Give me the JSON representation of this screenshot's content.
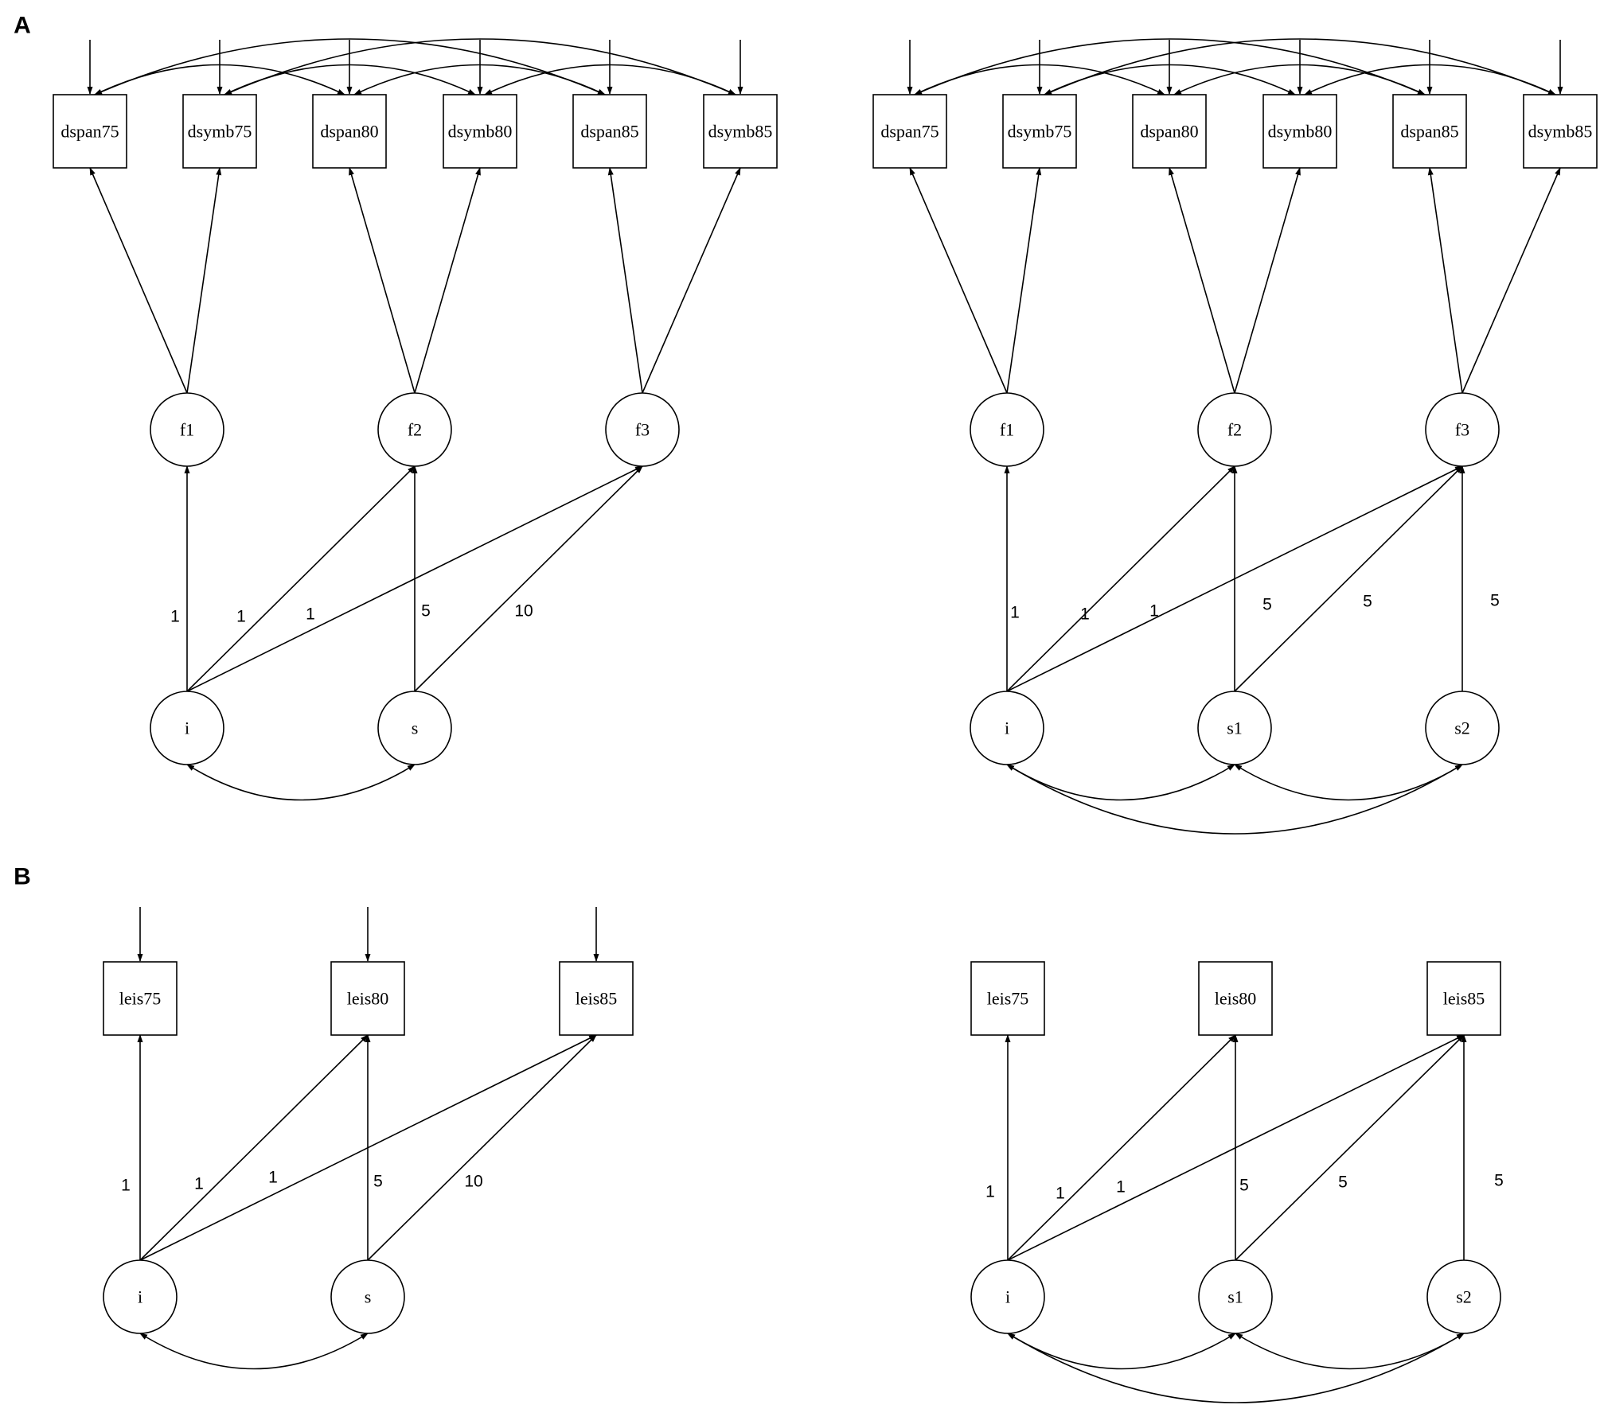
{
  "panels": [
    {
      "id": "A1",
      "label": "A",
      "observed": [
        {
          "id": "o1",
          "text": "dspan75"
        },
        {
          "id": "o2",
          "text": "dsymb75"
        },
        {
          "id": "o3",
          "text": "dspan80"
        },
        {
          "id": "o4",
          "text": "dsymb80"
        },
        {
          "id": "o5",
          "text": "dspan85"
        },
        {
          "id": "o6",
          "text": "dsymb85"
        }
      ],
      "factors": [
        {
          "id": "f1",
          "text": "f1"
        },
        {
          "id": "f2",
          "text": "f2"
        },
        {
          "id": "f3",
          "text": "f3"
        }
      ],
      "growth": [
        {
          "id": "g1",
          "text": "i"
        },
        {
          "id": "g2",
          "text": "s"
        }
      ],
      "coefficients": [
        "1",
        "1",
        "1",
        "5",
        "10"
      ]
    },
    {
      "id": "A2",
      "label": "",
      "observed": [
        {
          "id": "o1",
          "text": "dspan75"
        },
        {
          "id": "o2",
          "text": "dsymb75"
        },
        {
          "id": "o3",
          "text": "dspan80"
        },
        {
          "id": "o4",
          "text": "dsymb80"
        },
        {
          "id": "o5",
          "text": "dspan85"
        },
        {
          "id": "o6",
          "text": "dsymb85"
        }
      ],
      "factors": [
        {
          "id": "f1",
          "text": "f1"
        },
        {
          "id": "f2",
          "text": "f2"
        },
        {
          "id": "f3",
          "text": "f3"
        }
      ],
      "growth": [
        {
          "id": "g1",
          "text": "i"
        },
        {
          "id": "g2",
          "text": "s1"
        },
        {
          "id": "g3",
          "text": "s2"
        }
      ],
      "coefficients": [
        "1",
        "1",
        "1",
        "5",
        "5",
        "5"
      ]
    },
    {
      "id": "B1",
      "label": "B",
      "observed": [
        {
          "id": "o1",
          "text": "leis75"
        },
        {
          "id": "o2",
          "text": "leis80"
        },
        {
          "id": "o3",
          "text": "leis85"
        }
      ],
      "growth": [
        {
          "id": "g1",
          "text": "i"
        },
        {
          "id": "g2",
          "text": "s"
        }
      ],
      "coefficients": [
        "1",
        "1",
        "1",
        "5",
        "10"
      ]
    },
    {
      "id": "B2",
      "label": "",
      "observed": [
        {
          "id": "o1",
          "text": "leis75"
        },
        {
          "id": "o2",
          "text": "leis80"
        },
        {
          "id": "o3",
          "text": "leis85"
        }
      ],
      "growth": [
        {
          "id": "g1",
          "text": "i"
        },
        {
          "id": "g2",
          "text": "s1"
        },
        {
          "id": "g3",
          "text": "s2"
        }
      ],
      "coefficients": [
        "1",
        "1",
        "1",
        "5",
        "5",
        "5"
      ]
    }
  ]
}
